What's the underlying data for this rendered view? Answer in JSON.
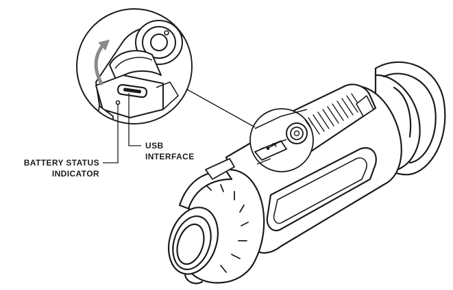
{
  "labels": {
    "usb_line1": "USB",
    "usb_line2": "INTERFACE",
    "battery_line1": "BATTERY STATUS",
    "battery_line2": "INDICATOR"
  },
  "colors": {
    "stroke": "#1a1a1a",
    "arrow": "#8a8a8a",
    "background": "#ffffff"
  },
  "icons": {
    "rotate_arrow": "curved-arrow-icon",
    "usb_symbol": "usb-icon"
  }
}
